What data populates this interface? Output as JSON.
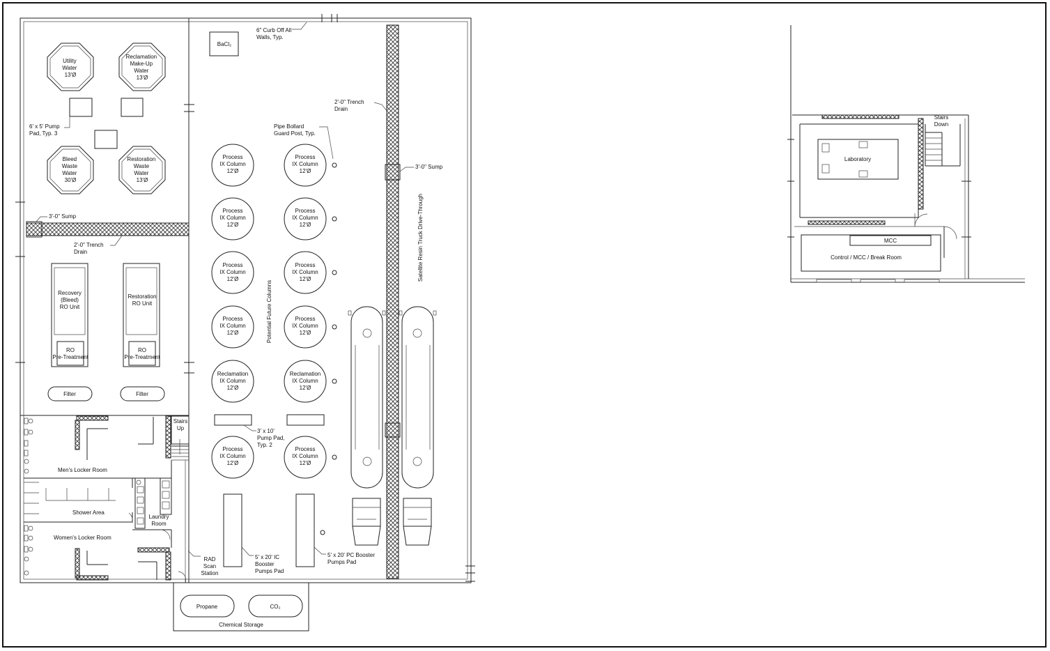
{
  "plan": {
    "tanks": [
      {
        "lines": [
          "Utility",
          "Water",
          "13'Ø"
        ]
      },
      {
        "lines": [
          "Reclamation",
          "Make-Up",
          "Water",
          "13'Ø"
        ]
      },
      {
        "lines": [
          "Bleed",
          "Waste",
          "Water",
          "30'Ø"
        ]
      },
      {
        "lines": [
          "Restoration",
          "Waste",
          "Water",
          "13'Ø"
        ]
      }
    ],
    "columns": [
      {
        "lines": [
          "Process",
          "IX Column",
          "12'Ø"
        ]
      },
      {
        "lines": [
          "Process",
          "IX Column",
          "12'Ø"
        ]
      },
      {
        "lines": [
          "Process",
          "IX Column",
          "12'Ø"
        ]
      },
      {
        "lines": [
          "Process",
          "IX Column",
          "12'Ø"
        ]
      },
      {
        "lines": [
          "Process",
          "IX Column",
          "12'Ø"
        ]
      },
      {
        "lines": [
          "Process",
          "IX Column",
          "12'Ø"
        ]
      },
      {
        "lines": [
          "Process",
          "IX Column",
          "12'Ø"
        ]
      },
      {
        "lines": [
          "Process",
          "IX Column",
          "12'Ø"
        ]
      },
      {
        "lines": [
          "Reclamation",
          "IX Column",
          "12'Ø"
        ]
      },
      {
        "lines": [
          "Reclamation",
          "IX Column",
          "12'Ø"
        ]
      },
      {
        "lines": [
          "Process",
          "IX Column",
          "12'Ø"
        ]
      },
      {
        "lines": [
          "Process",
          "IX Column",
          "12'Ø"
        ]
      }
    ],
    "labels": {
      "bacl": "BaCl₂",
      "curb": [
        "6\" Curb Off All",
        "Walls, Typ."
      ],
      "pump_pad": [
        "6' x 5' Pump",
        "Pad, Typ. 3"
      ],
      "trench_right": [
        "2'-0\" Trench",
        "Drain"
      ],
      "bollard": [
        "Pipe Bollard",
        "Guard Post, Typ."
      ],
      "sump_right": "3'-0\" Sump",
      "sump_left": "3'-0\" Sump",
      "trench_left": [
        "2'-0\" Trench",
        "Drain"
      ],
      "future": "Potential  Future  Columns",
      "truck": "Satellite  Resin  Truck  Drive-Through",
      "recovery_ro": [
        "Recovery",
        "(Bleed)",
        "RO Unit"
      ],
      "restoration_ro": [
        "Restoration",
        "RO Unit"
      ],
      "ro_pre_1": [
        "RO",
        "Pre-Treatment"
      ],
      "ro_pre_2": [
        "RO",
        "Pre-Treatment"
      ],
      "filter_1": "Filter",
      "filter_2": "Filter",
      "stairs_up": [
        "Stairs",
        "Up"
      ],
      "pump_pad_310": [
        "3' x 10'",
        "Pump Pad,",
        "Typ. 2"
      ],
      "mens": "Men's Locker Room",
      "shower": "Shower Area",
      "laundry": [
        "Laundry",
        "Room"
      ],
      "womens": "Women's Locker Room",
      "rad": [
        "RAD",
        "Scan",
        "Station"
      ],
      "ic_booster": [
        "5' x 20' IC",
        "Booster",
        "Pumps Pad"
      ],
      "pc_booster": [
        "5' x 20' PC Booster",
        "Pumps Pad"
      ],
      "propane": "Propane",
      "co2": "CO₂",
      "chem_storage": "Chemical Storage"
    },
    "second_floor": {
      "stairs_down": [
        "Stairs",
        "Down"
      ],
      "laboratory": "Laboratory",
      "mcc": "MCC",
      "control": "Control / MCC / Break Room"
    }
  }
}
